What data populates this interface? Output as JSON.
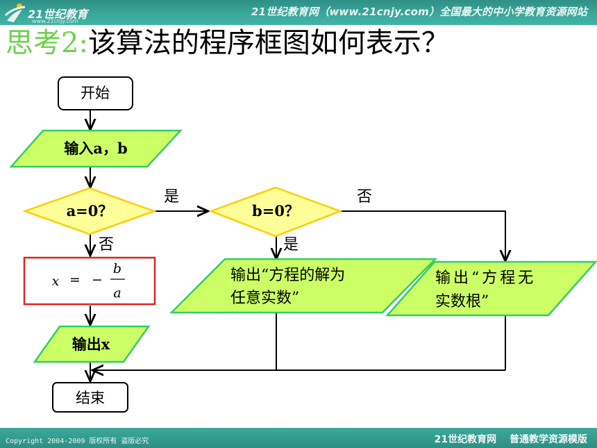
{
  "header": {
    "banner": "21世纪教育网（www.21cnjy.com）全国最大的中小学教育资源网站",
    "logo_text": "21世纪教育",
    "logo_url": "www.21cnjy.com"
  },
  "title": {
    "prefix": "思考2:",
    "text": "该算法的程序框图如何表示？"
  },
  "flowchart": {
    "start": "开始",
    "input": "输入a，b",
    "decision_a": "a=0？",
    "decision_b": "b=0？",
    "formula": {
      "lhs": "x",
      "eq": "=",
      "minus": "−",
      "numerator": "b",
      "denominator": "a"
    },
    "output_x": "输出x",
    "output_any": [
      "输出“方程的解为",
      "任意实数”"
    ],
    "output_none": [
      "输出“方程无",
      "实数根”"
    ],
    "end": "结束",
    "labels": {
      "a_yes": "是",
      "a_no": "否",
      "b_yes": "是",
      "b_no": "否"
    },
    "colors": {
      "io_fill": "#ccff66",
      "io_border": "#33cc66",
      "decision_fill": "#ffff99",
      "decision_border": "#ffcc00",
      "process_border": "#dd2222"
    }
  },
  "footer": {
    "copyright": "Copyright 2004-2009 版权所有 盗版必究",
    "brand": "21世纪教育网　 普通教学资源模版"
  }
}
